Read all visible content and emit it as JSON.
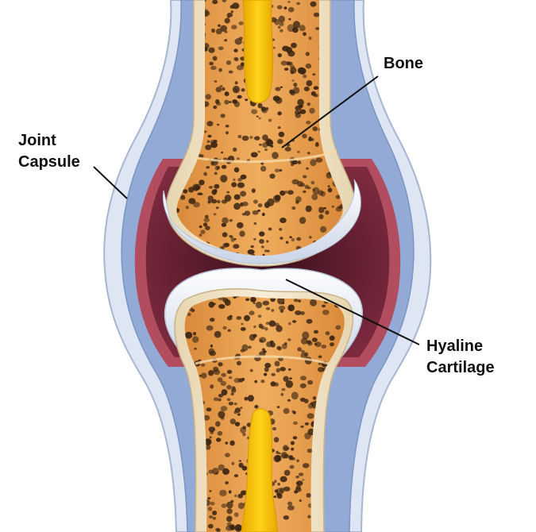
{
  "labels": {
    "bone": "Bone",
    "joint_capsule": [
      "Joint",
      "Capsule"
    ],
    "hyaline_cartilage": [
      "Hyaline",
      "Cartilage"
    ]
  },
  "colors": {
    "capsule_outer": "#d9e4f2",
    "capsule_inner": "#8fa8d6",
    "synovial_space": "#6e1f32",
    "synovial_membrane": "#b04a5e",
    "cortical_bone": "#f3e7cf",
    "spongy_bone": "#e8a050",
    "marrow": "#f5c400",
    "cartilage": "#eef2f8",
    "pores": "#3a2412",
    "leader_line": "#111111"
  }
}
